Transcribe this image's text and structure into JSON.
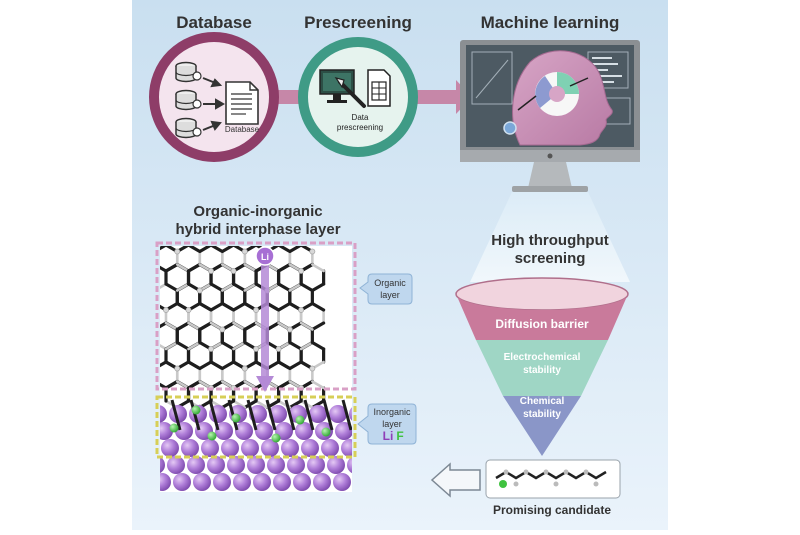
{
  "stages": {
    "database": {
      "title": "Database",
      "doc_label": "Database"
    },
    "prescreening": {
      "title": "Prescreening",
      "label_line1": "Data",
      "label_line2": "prescreening"
    },
    "machine_learning": {
      "title": "Machine learning"
    }
  },
  "interphase": {
    "title_line1": "Organic-inorganic",
    "title_line2": "hybrid interphase layer",
    "organic_label_line1": "Organic",
    "organic_label_line2": "layer",
    "inorganic_label_line1": "Inorganic",
    "inorganic_label_line2": "layer",
    "inorganic_formula_main": "Li",
    "inorganic_formula_sub": "F",
    "li_badge": "Li"
  },
  "screening": {
    "title_line1": "High throughput",
    "title_line2": "screening",
    "level1": "Diffusion barrier",
    "level2_line1": "Electrochemical",
    "level2_line2": "stability",
    "level3_line1": "Chemical",
    "level3_line2": "stability"
  },
  "result": {
    "label": "Promising candidate"
  },
  "colors": {
    "database": "#8e3d68",
    "prescreening": "#3f9b86",
    "diffusion": "#c97a9b",
    "electrochemical": "#9fd6c5",
    "chemical": "#8a96c8",
    "lithium": "#a76fd4",
    "fluorine": "#3fc23f"
  }
}
